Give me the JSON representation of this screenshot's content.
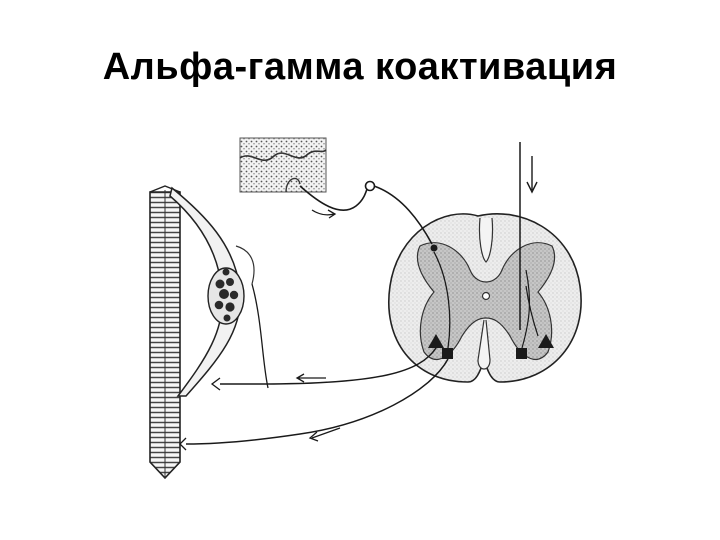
{
  "slide": {
    "title": "Альфа-гамма коактивация"
  },
  "colors": {
    "ink": "#1a1a1a",
    "grey_matter": "#c8c8c8",
    "white_matter": "#ececec",
    "background": "#ffffff"
  },
  "diagram": {
    "subject": "alpha-gamma coactivation schematic",
    "parts": [
      "skin-patch",
      "muscle-fiber",
      "muscle-spindle",
      "spinal-cord-cross-section",
      "sensory-neuron",
      "alpha-motor-neuron",
      "gamma-motor-neuron",
      "descending-pathway",
      "direction-arrows"
    ]
  }
}
